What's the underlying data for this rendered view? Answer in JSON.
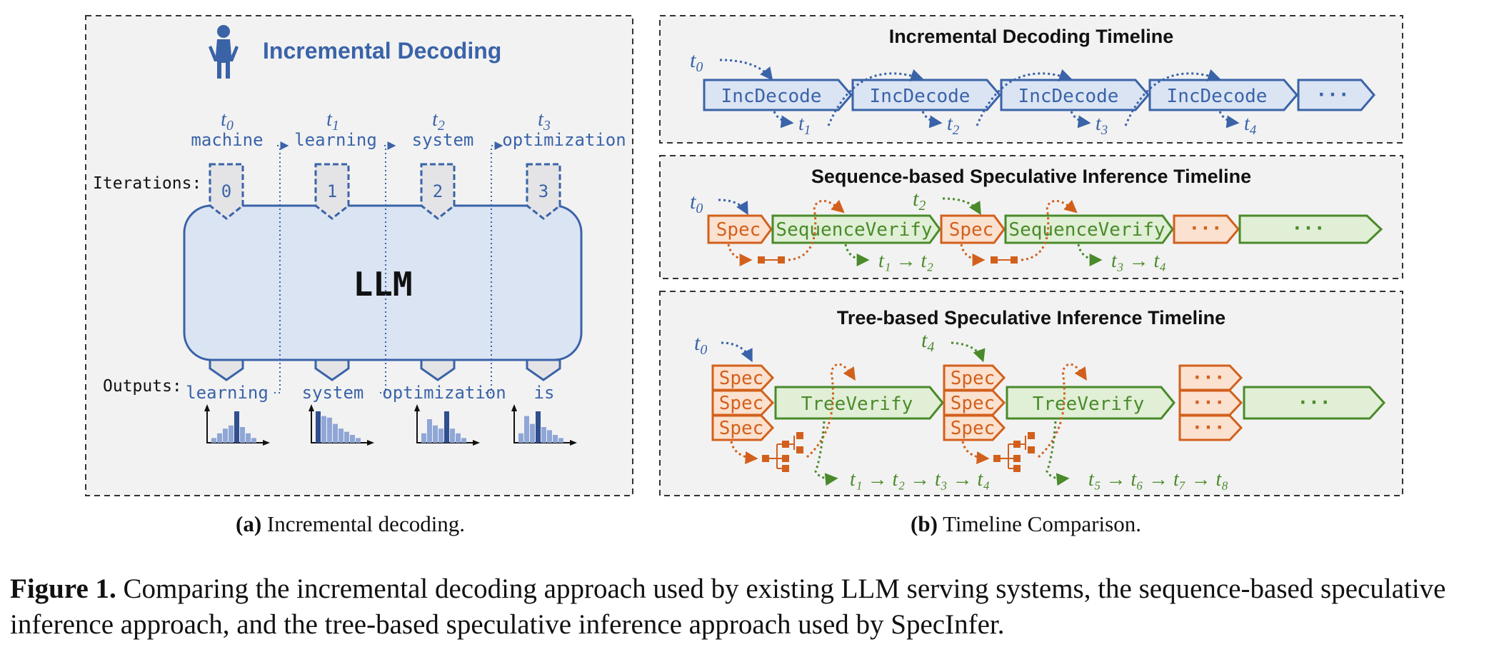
{
  "panel_a": {
    "title": "Incremental Decoding",
    "iterations_label": "Iterations:",
    "outputs_label": "Outputs:",
    "model_label": "LLM",
    "columns": [
      {
        "token": "t",
        "sub": "0",
        "input": "machine",
        "iteration": "0",
        "output": "learning"
      },
      {
        "token": "t",
        "sub": "1",
        "input": "learning",
        "iteration": "1",
        "output": "system"
      },
      {
        "token": "t",
        "sub": "2",
        "input": "system",
        "iteration": "2",
        "output": "optimization"
      },
      {
        "token": "t",
        "sub": "3",
        "input": "optimization",
        "iteration": "3",
        "output": "is"
      }
    ],
    "distributions": [
      [
        0.15,
        0.3,
        0.45,
        0.55,
        1.0,
        0.5,
        0.3,
        0.15
      ],
      [
        1.0,
        0.85,
        0.8,
        0.6,
        0.45,
        0.35,
        0.25,
        0.15
      ],
      [
        0.3,
        0.75,
        0.55,
        0.45,
        1.0,
        0.45,
        0.3,
        0.15
      ],
      [
        0.3,
        0.85,
        0.6,
        1.0,
        0.5,
        0.4,
        0.25,
        0.15
      ]
    ],
    "highlight_bar": [
      4,
      0,
      4,
      3
    ]
  },
  "panel_b": {
    "incremental": {
      "title": "Incremental Decoding Timeline",
      "block_label": "IncDecode",
      "ellipsis": "···",
      "start_token": {
        "t": "t",
        "sub": "0"
      },
      "out_tokens": [
        {
          "t": "t",
          "sub": "1"
        },
        {
          "t": "t",
          "sub": "2"
        },
        {
          "t": "t",
          "sub": "3"
        },
        {
          "t": "t",
          "sub": "4"
        }
      ]
    },
    "sequence": {
      "title": "Sequence-based Speculative Inference Timeline",
      "spec_label": "Spec",
      "verify_label": "SequenceVerify",
      "ellipsis": "···",
      "start_tokens": [
        {
          "t": "t",
          "sub": "0"
        },
        {
          "t": "t",
          "sub": "2"
        }
      ],
      "results": [
        "t₁ → t₂",
        "t₃ → t₄"
      ]
    },
    "tree": {
      "title": "Tree-based Speculative Inference Timeline",
      "spec_label": "Spec",
      "verify_label": "TreeVerify",
      "ellipsis": "···",
      "start_tokens": [
        {
          "t": "t",
          "sub": "0"
        },
        {
          "t": "t",
          "sub": "4"
        }
      ],
      "results": [
        "t₁ → t₂ → t₃ → t₄",
        "t₅ → t₆ → t₇ → t₈"
      ]
    }
  },
  "captions": {
    "a_bold": "(a)",
    "a_text": " Incremental decoding.",
    "b_bold": "(b)",
    "b_text": " Timeline Comparison.",
    "figure_bold": "Figure 1.",
    "figure_text": " Comparing the incremental decoding approach used by existing LLM serving systems, the sequence-based speculative inference approach, and the tree-based speculative inference approach used by SpecInfer."
  },
  "colors": {
    "blue_stroke": "#3a63a8",
    "blue_fill": "#dbe4f3",
    "orange_stroke": "#d2601c",
    "orange_fill": "#fbe1d0",
    "green_stroke": "#4a8a2a",
    "green_fill": "#e0efd6",
    "panel_bg": "#f2f2f2",
    "gray_fill": "#e4e4e6"
  }
}
